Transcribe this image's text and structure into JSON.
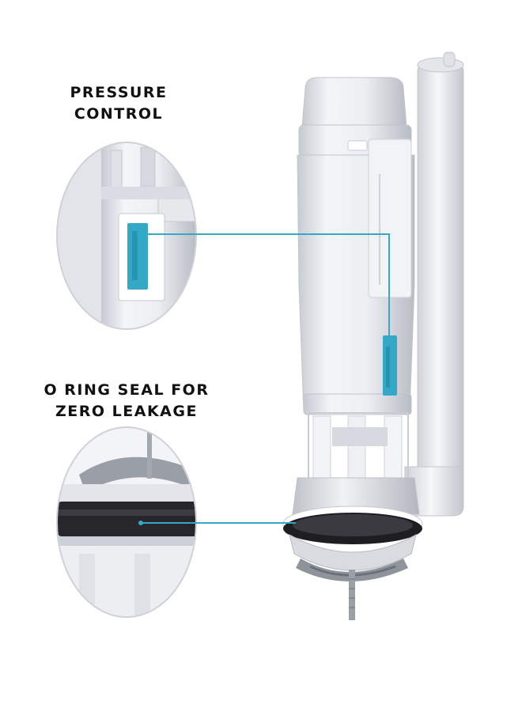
{
  "labels": {
    "pressure_control": [
      "PRESSURE",
      "CONTROL"
    ],
    "o_ring_seal": [
      "O RING SEAL FOR",
      "ZERO LEAKAGE"
    ]
  },
  "colors": {
    "accent": "#33a9c7",
    "plastic": "#eef0f4",
    "plastic_shadow": "#c9ccd3",
    "seal": "#1e1e22"
  }
}
